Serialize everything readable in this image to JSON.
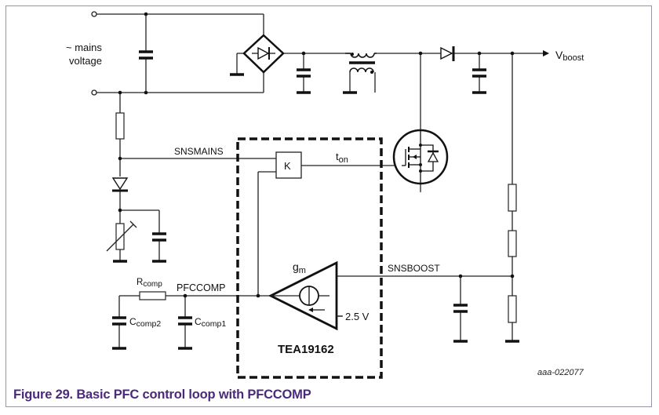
{
  "figure": {
    "caption": "Figure 29.  Basic PFC control loop with PFCCOMP",
    "code": "aaa-022077",
    "caption_color": "#4b2a7b"
  },
  "labels": {
    "mains_line1": "~ mains",
    "mains_line2": "voltage",
    "vboost_main": "V",
    "vboost_sub": "boost",
    "snsmains": "SNSMAINS",
    "k_block": "K",
    "ton_main": "t",
    "ton_sub": "on",
    "gm_main": "g",
    "gm_sub": "m",
    "snsboost": "SNSBOOST",
    "ref_voltage": "2.5 V",
    "ic_name": "TEA19162",
    "pfccomp": "PFCCOMP",
    "rcomp_main": "R",
    "rcomp_sub": "comp",
    "ccomp1_main": "C",
    "ccomp1_sub": "comp1",
    "ccomp2_main": "C",
    "ccomp2_sub": "comp2"
  }
}
